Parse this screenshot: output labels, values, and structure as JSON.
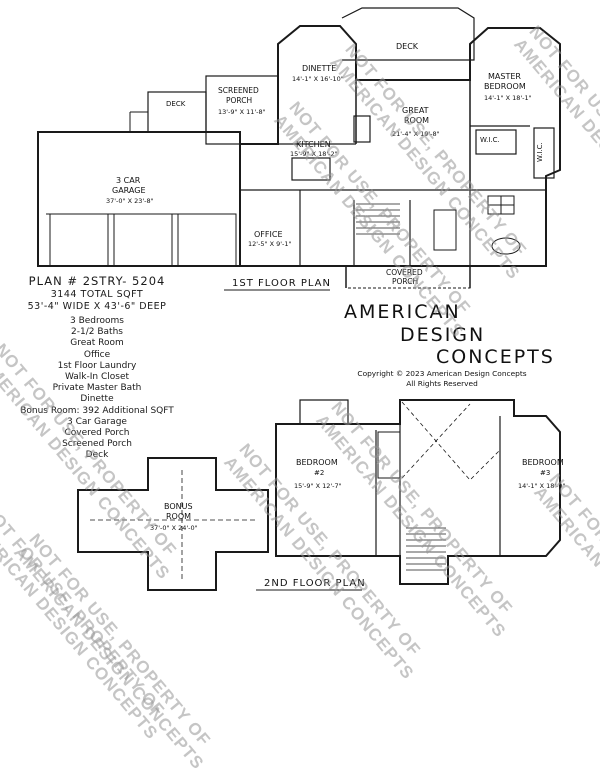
{
  "plan_info": {
    "title": "PLAN # 2STRY- 5204",
    "total_sqft": "3144 TOTAL SQFT",
    "dimensions": "53'-4\" WIDE X 43'-6\" DEEP",
    "features": [
      "3 Bedrooms",
      "2-1/2 Baths",
      "Great Room",
      "Office",
      "1st Floor Laundry",
      "Walk-In Closet",
      "Private Master Bath",
      "Dinette",
      "Bonus Room: 392 Additional SQFT",
      "3 Car Garage",
      "Covered Porch",
      "Screened Porch",
      "Deck"
    ]
  },
  "brand": {
    "line1": "AMERICAN",
    "line2": "DESIGN",
    "line3": "CONCEPTS",
    "copyright": "Copyright © 2023 American Design Concepts",
    "rights": "All Rights Reserved"
  },
  "watermark": "NOT FOR USE, PROPERTY OF AMERICAN DESIGN CONCEPTS",
  "floor1": {
    "label": "1ST FLOOR PLAN",
    "rooms": {
      "deck_top": "DECK",
      "deck_left": "DECK",
      "dinette_name": "DINETTE",
      "dinette_dim": "14'-1\" X 16'-10\"",
      "screened_name1": "SCREENED",
      "screened_name2": "PORCH",
      "screened_dim": "13'-9\" X 11'-8\"",
      "master_name1": "MASTER",
      "master_name2": "BEDROOM",
      "master_dim": "14'-1\" X 18'-1\"",
      "great_name1": "GREAT",
      "great_name2": "ROOM",
      "great_dim": "21'-4\" X 19'-8\"",
      "kitchen_name": "KITCHEN",
      "kitchen_dim": "15'-9\" X 18'-2\"",
      "wic1": "W.I.C.",
      "wic2": "W.I.C.",
      "garage_name1": "3 CAR",
      "garage_name2": "GARAGE",
      "garage_dim": "37'-0\" X 23'-8\"",
      "office_name": "OFFICE",
      "office_dim": "12'-5\" X 9'-1\"",
      "porch_name1": "COVERED",
      "porch_name2": "PORCH"
    }
  },
  "floor2": {
    "label": "2ND FLOOR PLAN",
    "rooms": {
      "bed2_name": "BEDROOM",
      "bed2_num": "#2",
      "bed2_dim": "15'-9\" X 12'-7\"",
      "bed3_name": "BEDROOM",
      "bed3_num": "#3",
      "bed3_dim": "14'-1\" X 18'-9\"",
      "bonus_name1": "BONUS",
      "bonus_name2": "ROOM",
      "bonus_dim": "37'-0\" X 24'-0\""
    }
  }
}
